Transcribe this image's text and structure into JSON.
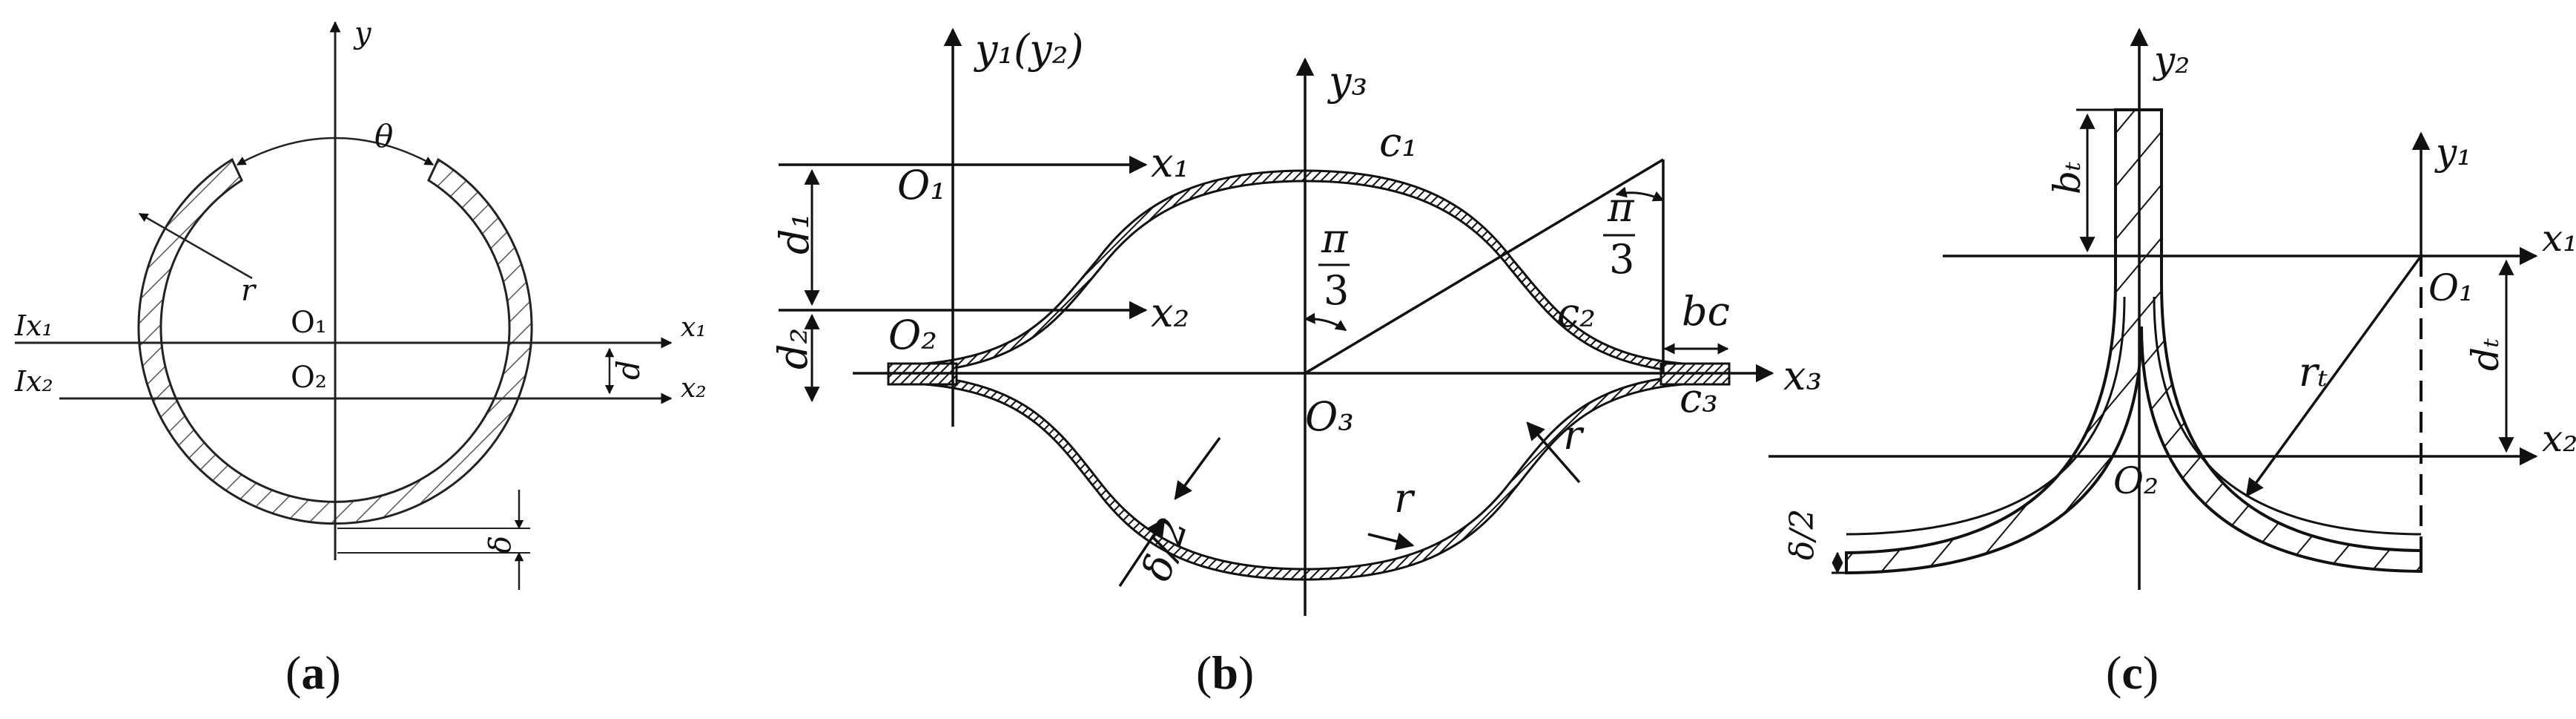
{
  "panel_a": {
    "caption_open": "(",
    "caption_letter": "a",
    "caption_close": ")",
    "y_label": "y",
    "theta_label": "θ",
    "r_label": "r",
    "o1_label": "O₁",
    "o2_label": "O₂",
    "x1_label": "x₁",
    "x2_label": "x₂",
    "ix1_label": "Ix₁",
    "ix2_label": "Ix₂",
    "d_label": "d",
    "delta_label": "δ"
  },
  "panel_b": {
    "caption_open": "(",
    "caption_letter": "b",
    "caption_close": ")",
    "y1y2_label": "y₁(y₂)",
    "y3_label": "y₃",
    "x1_label": "x₁",
    "x2_label": "x₂",
    "x3_label": "x₃",
    "o1_label": "O₁",
    "o2_label": "O₂",
    "o3_label": "O₃",
    "d1_label": "d₁",
    "d2_label": "d₂",
    "c1_label": "c₁",
    "c2_label": "c₂",
    "c3_label": "c₃",
    "bc_label": "bᴄ",
    "pi_label": "π",
    "three_label": "3",
    "r_label": "r",
    "delta_half_label": "δ/2"
  },
  "panel_c": {
    "caption_open": "(",
    "caption_letter": "c",
    "caption_close": ")",
    "y1_label": "y₁",
    "y2_label": "y₂",
    "x1_label": "x₁",
    "x2_label": "x₂",
    "o1_label": "O₁",
    "o2_label": "O₂",
    "bt_label": "bₜ",
    "dt_label": "dₜ",
    "rt_label": "rₜ",
    "delta_half_label": "δ/2"
  },
  "colors": {
    "ink": "#111111",
    "hatch_fill": "#ffffff"
  }
}
